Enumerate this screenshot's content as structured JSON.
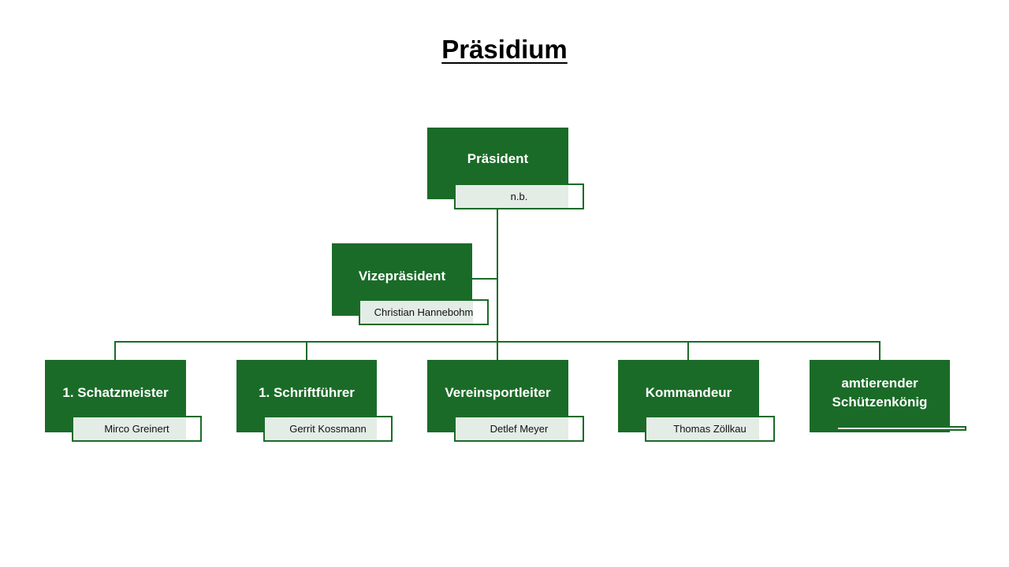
{
  "title": "Präsidium",
  "president": {
    "role": "Präsident",
    "name": "n.b."
  },
  "vice_president": {
    "role": "Vizepräsident",
    "name": "Christian Hannebohm"
  },
  "members": [
    {
      "role": "1. Schatzmeister",
      "name": "Mirco Greinert"
    },
    {
      "role": "1. Schriftführer",
      "name": "Gerrit Kossmann"
    },
    {
      "role": "Vereinsportleiter",
      "name": "Detlef Meyer"
    },
    {
      "role": "Kommandeur",
      "name": "Thomas Zöllkau"
    },
    {
      "role_line1": "amtierender",
      "role_line2": "Schützenkönig",
      "name": ""
    }
  ],
  "colors": {
    "box": "#1b6b28",
    "name_shade": "#e4ece6"
  }
}
